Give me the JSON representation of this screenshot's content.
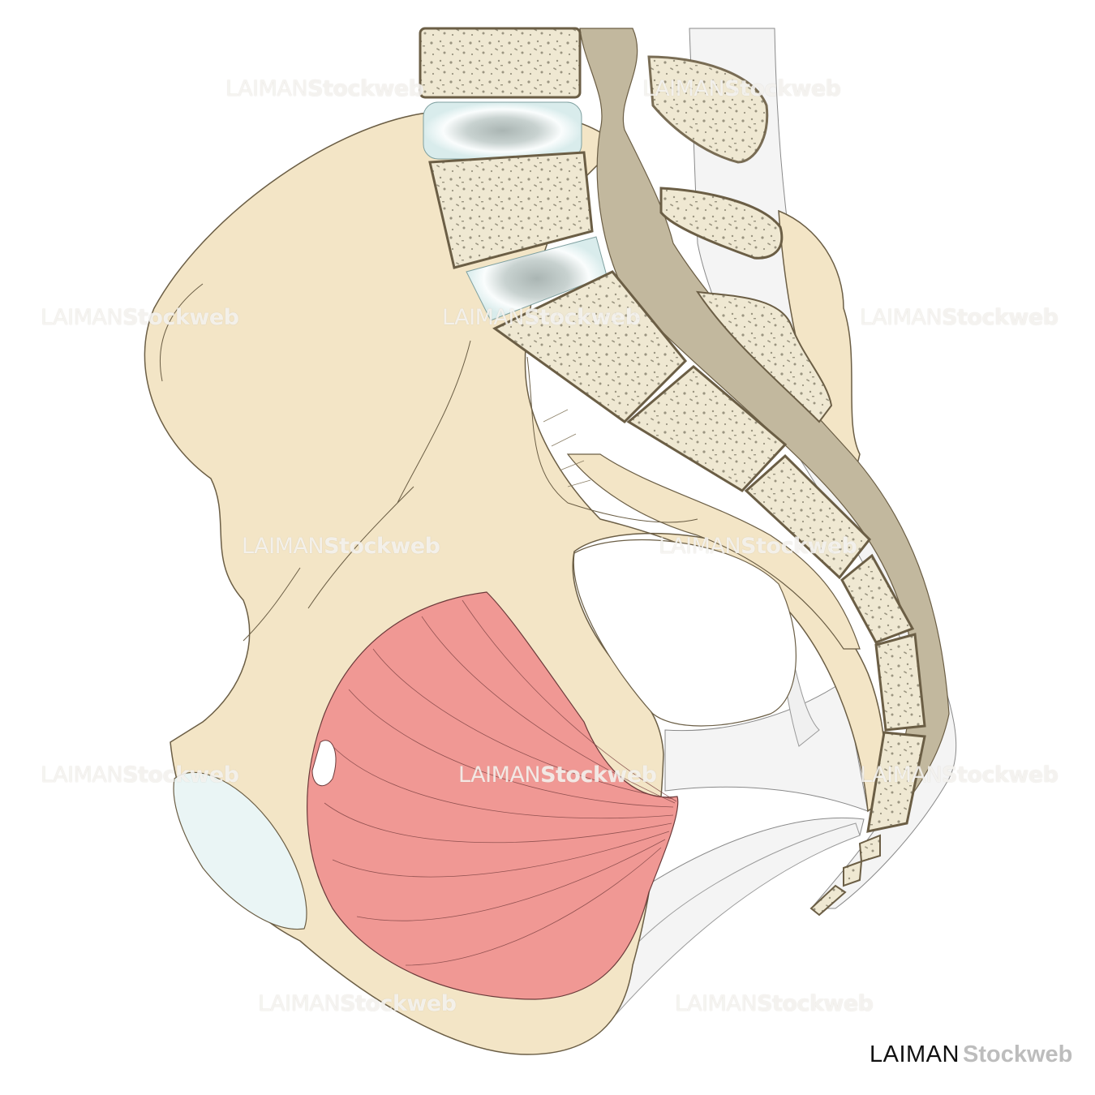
{
  "watermark": {
    "brand": "LAIMAN",
    "suffix": "Stockweb"
  },
  "logo": {
    "brand": "LAIMAN",
    "suffix": "Stockweb"
  },
  "colors": {
    "bone": "#f3e5c6",
    "outline": "#6b5e45",
    "cancellous": "#efe8d2",
    "spinal_canal": "#c2b89e",
    "disc": "#d9ecec",
    "muscle": "#f09894",
    "ligament": "#f4f4f4"
  }
}
